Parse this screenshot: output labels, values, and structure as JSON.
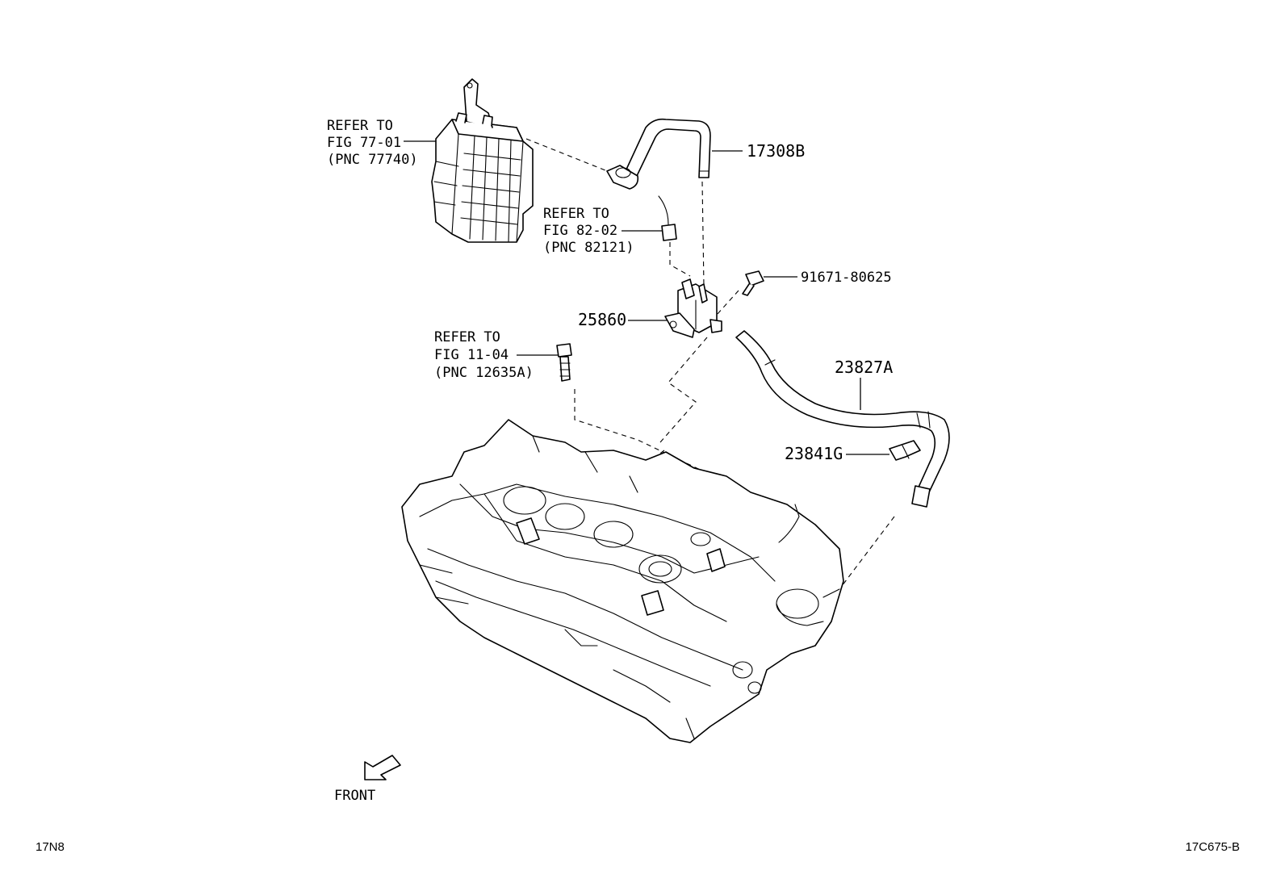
{
  "callouts": {
    "canister": {
      "line1": "REFER TO",
      "line2": "FIG 77-01",
      "line3": "(PNC 77740)"
    },
    "sensor": {
      "line1": "REFER TO",
      "line2": "FIG 82-02",
      "line3": "(PNC 82121)"
    },
    "plug": {
      "line1": "REFER TO",
      "line2": "FIG 11-04",
      "line3": "(PNC 12635A)"
    }
  },
  "part_numbers": {
    "hose_top": "17308B",
    "bolt": "91671-80625",
    "valve": "25860",
    "hose_main": "23827A",
    "clamp": "23841G"
  },
  "direction": {
    "label": "FRONT"
  },
  "footer": {
    "left_code": "17N8",
    "right_code": "17C675-B"
  }
}
